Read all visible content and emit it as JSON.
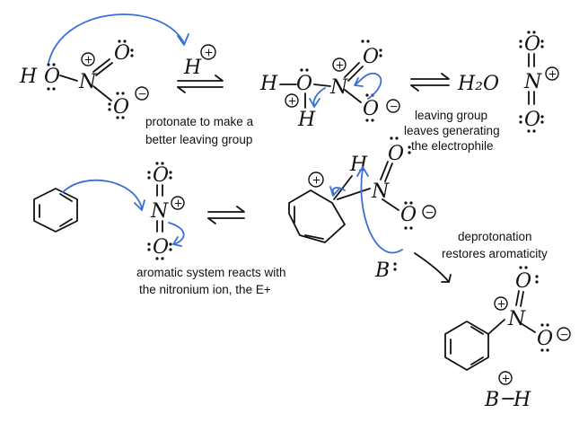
{
  "labels": {
    "step1_note_line1": "protonate to make a",
    "step1_note_line2": "better leaving group",
    "step2_note_line1": "leaving group",
    "step2_note_line2": "leaves generating",
    "step2_note_line3": "the electrophile",
    "step3_note_line1": "aromatic system reacts with",
    "step3_note_line2": "the nitronium ion, the E+",
    "step4_note_line1": "deprotonation",
    "step4_note_line2": "restores aromaticity"
  },
  "atoms": {
    "H": "H",
    "O": "O",
    "N": "N",
    "B": "B",
    "water": "H₂O",
    "plus": "+",
    "minus": "−"
  },
  "colors": {
    "ink": "#111111",
    "arrow": "#3a6fd8"
  }
}
